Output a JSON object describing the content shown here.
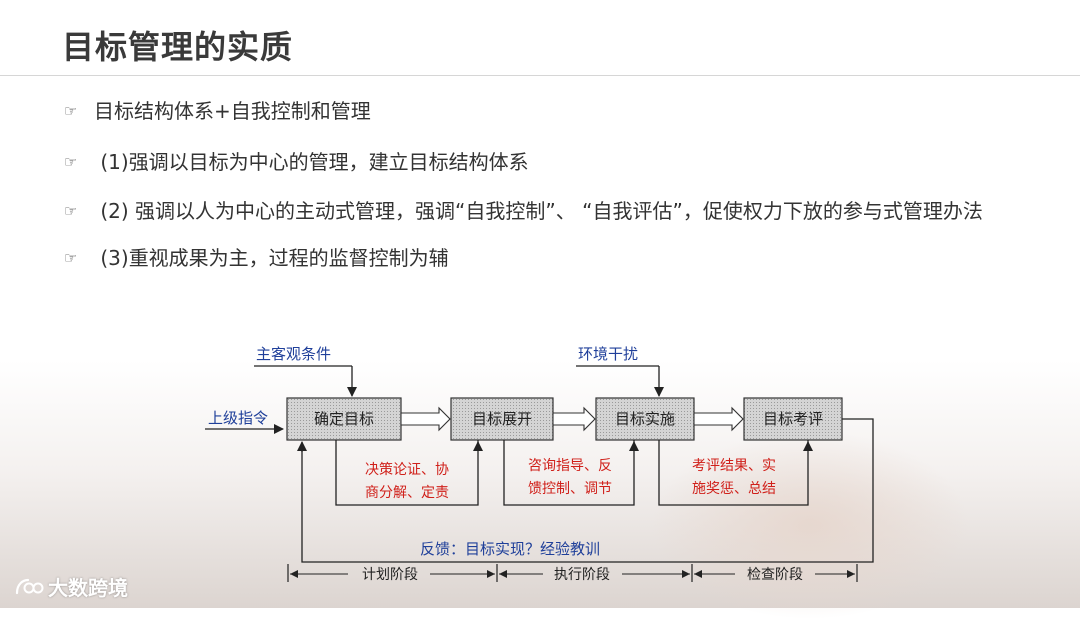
{
  "slide": {
    "title": "目标管理的实质"
  },
  "bullets": [
    {
      "icon": "pointing-hand-icon",
      "glyph": "☞",
      "text": "目标结构体系+自我控制和管理"
    },
    {
      "icon": "pointing-hand-icon",
      "glyph": "☞",
      "text": " (1)强调以目标为中心的管理，建立目标结构体系"
    },
    {
      "icon": "pointing-hand-icon",
      "glyph": "☞",
      "text": " (2) 强调以人为中心的主动式管理，强调“自我控制”、 “自我评估”，促使权力下放的参与式管理办法"
    },
    {
      "icon": "pointing-hand-icon",
      "glyph": "☞",
      "text": " (3)重视成果为主，过程的监督控制为辅"
    }
  ],
  "diagram": {
    "inputs": {
      "conditions": "主客观条件",
      "environment": "环境干扰",
      "superior": "上级指令"
    },
    "stages": [
      "确定目标",
      "目标展开",
      "目标实施",
      "目标考评"
    ],
    "notes": [
      [
        "决策论证、协",
        "商分解、定责"
      ],
      [
        "咨询指导、反",
        "馈控制、调节"
      ],
      [
        "考评结果、实",
        "施奖惩、总结"
      ]
    ],
    "feedback": "反馈：目标实现？经验教训",
    "phases": [
      "计划阶段",
      "执行阶段",
      "检查阶段"
    ]
  },
  "watermark": {
    "text": "大数跨境"
  },
  "colors": {
    "box_fill": "#cfcfcf",
    "note_text": "#d0201a",
    "label_text": "#1f3f9a",
    "line": "#222222"
  }
}
